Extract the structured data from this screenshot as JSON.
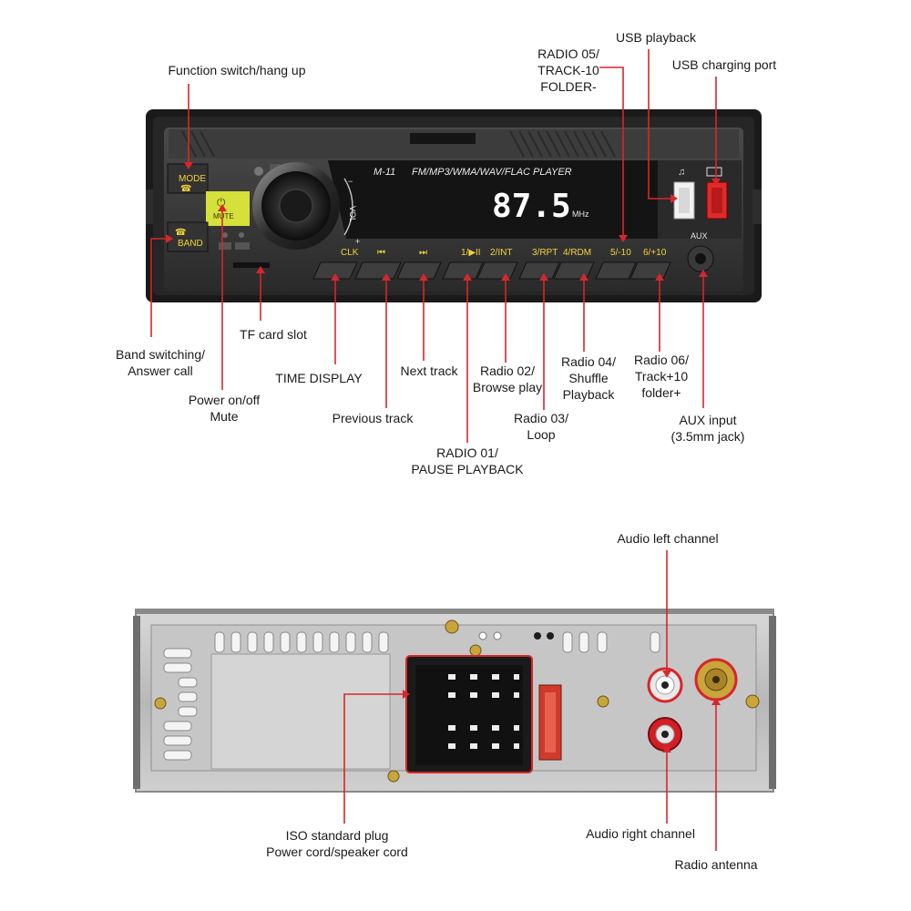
{
  "front_panel": {
    "model": "M-11",
    "formats": "FM/MP3/WMA/WAV/FLAC  PLAYER",
    "display_value": "87.5",
    "display_unit": "MHz",
    "vol_label": "VOL",
    "vol_minus": "−",
    "vol_plus": "+",
    "mode_button": "MODE",
    "band_button": "BAND",
    "mute_button": "MUTE",
    "clk_button": "CLK",
    "prev_button": "⏮",
    "next_button": "⏭",
    "btn1": "1/▶II",
    "btn2": "2/INT",
    "btn3": "3/RPT",
    "btn4": "4/RDM",
    "btn5": "5/-10",
    "btn6": "6/+10",
    "aux_label": "AUX"
  },
  "callouts": {
    "usb_playback": "USB playback",
    "usb_charging": "USB charging port",
    "radio05": [
      "RADIO 05/",
      "TRACK-10",
      "FOLDER-"
    ],
    "function_switch": "Function switch/hang up",
    "band_switching": [
      "Band switching/",
      "Answer call"
    ],
    "tf_card": "TF card slot",
    "power_mute": [
      "Power on/off",
      "Mute"
    ],
    "time_display": "TIME DISPLAY",
    "prev_track": "Previous track",
    "next_track": "Next track",
    "radio01": [
      "RADIO 01/",
      "PAUSE PLAYBACK"
    ],
    "radio02": [
      "Radio 02/",
      "Browse play"
    ],
    "radio03": [
      "Radio 03/",
      "Loop"
    ],
    "radio04": [
      "Radio 04/",
      "Shuffle",
      "Playback"
    ],
    "radio06": [
      "Radio 06/",
      "Track+10",
      "folder+"
    ],
    "aux_input": [
      "AUX input",
      "(3.5mm jack)"
    ],
    "audio_left": "Audio left channel",
    "audio_right": "Audio right channel",
    "radio_antenna": "Radio antenna",
    "iso_plug": [
      "ISO standard plug",
      "Power cord/speaker cord"
    ]
  },
  "colors": {
    "callout_line": "#d7262b",
    "button_text": "#f1d23a",
    "panel_body": "#1f1f1f",
    "mute_highlight": "#d6e03a"
  }
}
